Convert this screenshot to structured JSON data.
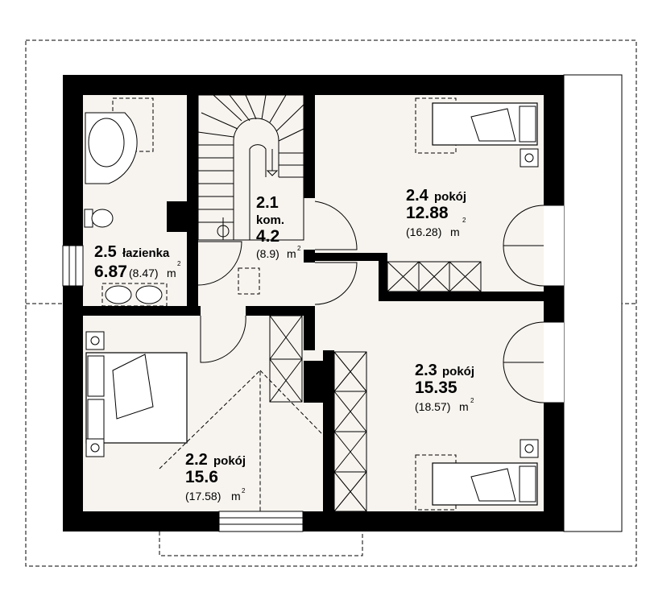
{
  "rooms": {
    "r21": {
      "number": "2.1",
      "name": "kom.",
      "area": "4.2",
      "gross": "(8.9)",
      "unit": "m",
      "sup": "2"
    },
    "r22": {
      "number": "2.2",
      "name": "pokój",
      "area": "15.6",
      "gross": "(17.58)",
      "unit": "m",
      "sup": "2"
    },
    "r23": {
      "number": "2.3",
      "name": "pokój",
      "area": "15.35",
      "gross": "(18.57)",
      "unit": "m",
      "sup": "2"
    },
    "r24": {
      "number": "2.4",
      "name": "pokój",
      "area": "12.88",
      "gross": "(16.28)",
      "unit": "m",
      "sup": "2"
    },
    "r25": {
      "number": "2.5",
      "name": "łazienka",
      "area": "6.87",
      "gross": "(8.47)",
      "unit": "m",
      "sup": "2"
    }
  }
}
